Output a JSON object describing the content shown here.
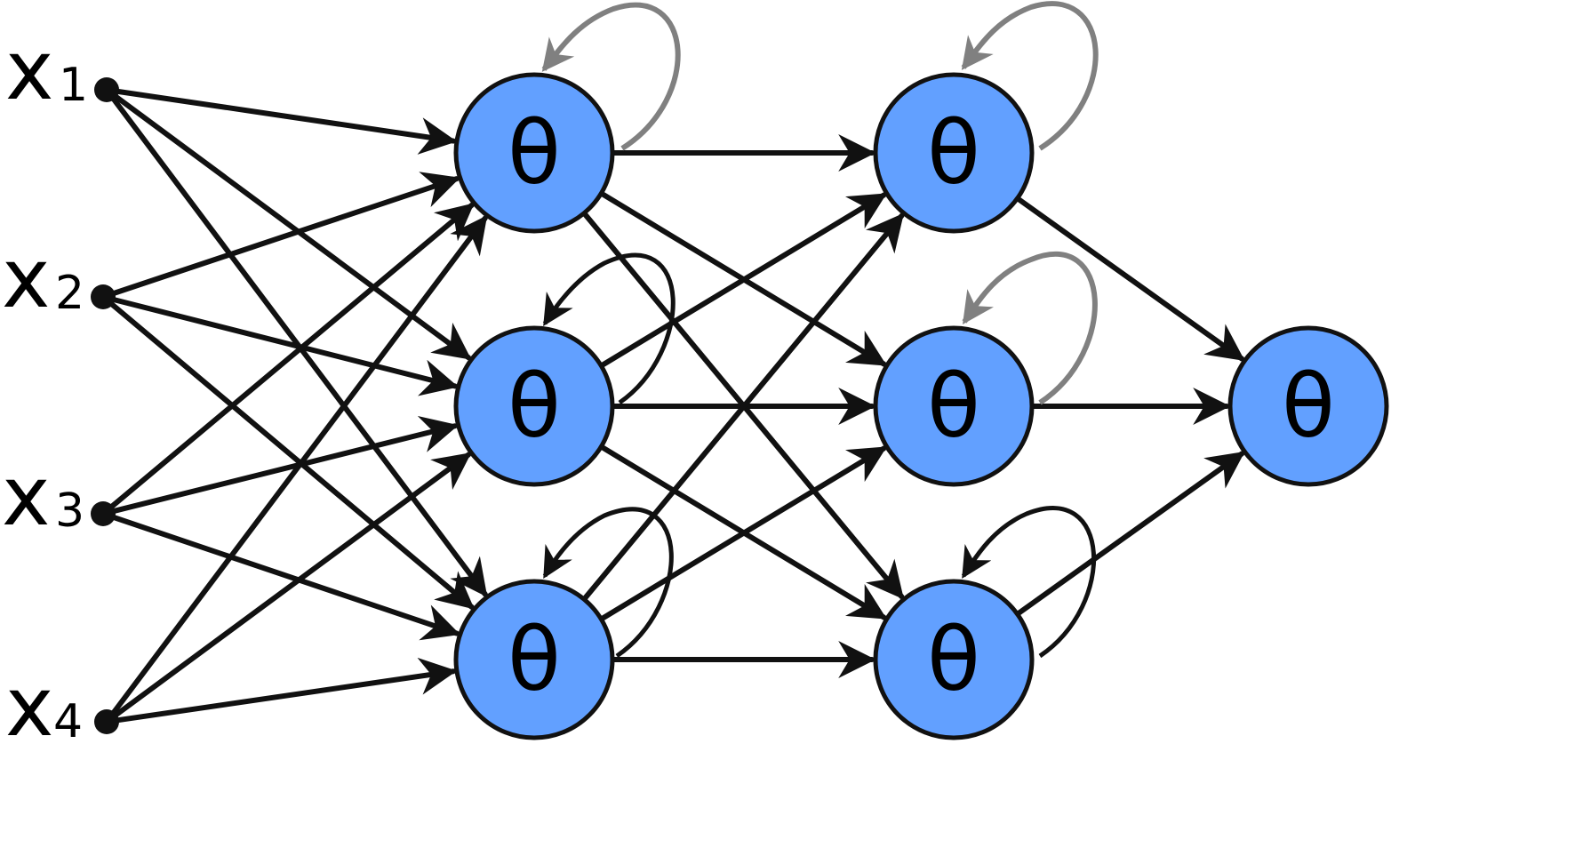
{
  "inputs": [
    {
      "id": "x1",
      "base": "x",
      "sub": "1"
    },
    {
      "id": "x2",
      "base": "x",
      "sub": "2"
    },
    {
      "id": "x3",
      "base": "x",
      "sub": "3"
    },
    {
      "id": "x4",
      "base": "x",
      "sub": "4"
    }
  ],
  "nodes": [
    {
      "id": "h1a",
      "label": "θ",
      "self_loop": "gray"
    },
    {
      "id": "h1b",
      "label": "θ",
      "self_loop": "black"
    },
    {
      "id": "h1c",
      "label": "θ",
      "self_loop": "black"
    },
    {
      "id": "h2a",
      "label": "θ",
      "self_loop": "gray"
    },
    {
      "id": "h2b",
      "label": "θ",
      "self_loop": "gray"
    },
    {
      "id": "h2c",
      "label": "θ",
      "self_loop": "black"
    },
    {
      "id": "out",
      "label": "θ",
      "self_loop": null
    }
  ],
  "edges": [
    [
      "x1",
      "h1a"
    ],
    [
      "x1",
      "h1b"
    ],
    [
      "x1",
      "h1c"
    ],
    [
      "x2",
      "h1a"
    ],
    [
      "x2",
      "h1b"
    ],
    [
      "x2",
      "h1c"
    ],
    [
      "x3",
      "h1a"
    ],
    [
      "x3",
      "h1b"
    ],
    [
      "x3",
      "h1c"
    ],
    [
      "x4",
      "h1a"
    ],
    [
      "x4",
      "h1b"
    ],
    [
      "x4",
      "h1c"
    ],
    [
      "h1a",
      "h2a"
    ],
    [
      "h1a",
      "h2b"
    ],
    [
      "h1a",
      "h2c"
    ],
    [
      "h1b",
      "h2a"
    ],
    [
      "h1b",
      "h2b"
    ],
    [
      "h1b",
      "h2c"
    ],
    [
      "h1c",
      "h2a"
    ],
    [
      "h1c",
      "h2b"
    ],
    [
      "h1c",
      "h2c"
    ],
    [
      "h2a",
      "out"
    ],
    [
      "h2b",
      "out"
    ],
    [
      "h2c",
      "out"
    ]
  ],
  "colors": {
    "node_fill": "#62a0ff",
    "stroke": "#111111",
    "loop_gray": "#808080"
  }
}
